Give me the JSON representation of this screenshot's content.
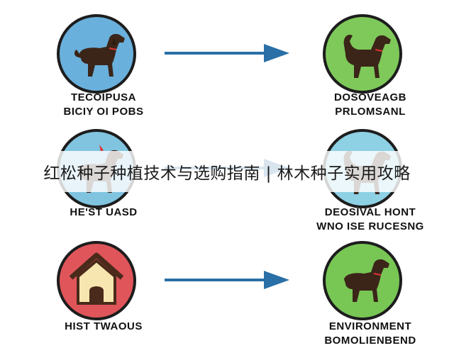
{
  "nodes": [
    {
      "id": "top-left",
      "fill": "#6ab0dc",
      "icon": "dog-icon",
      "label_lines": [
        "TECOIPUSA",
        "BICIY OI POBS"
      ]
    },
    {
      "id": "top-right",
      "fill": "#7ec95a",
      "icon": "dog-icon",
      "label_lines": [
        "DOSOVEAGB",
        "PRLOMSANL"
      ]
    },
    {
      "id": "mid-left",
      "fill": "#80c4e0",
      "icon": "dog-icon",
      "label_lines": [
        "HE'ST UASD"
      ]
    },
    {
      "id": "mid-right",
      "fill": "#8ed0e4",
      "icon": "dog-icon",
      "label_lines": [
        "DEOSIVAL HONT",
        "WNO ISE RUCESNG"
      ]
    },
    {
      "id": "bot-left",
      "fill": "#e0555a",
      "icon": "doghouse-icon",
      "label_lines": [
        "HIST TWAOUS"
      ]
    },
    {
      "id": "bot-right",
      "fill": "#78c755",
      "icon": "dog-icon",
      "label_lines": [
        "ENVIRONMENT",
        "BOMOLIENBEND"
      ]
    }
  ],
  "arrows": {
    "color": "#2a6fa6"
  },
  "banner": {
    "text": "红松种子种植技术与选购指南 | 林木种子实用攻略"
  }
}
